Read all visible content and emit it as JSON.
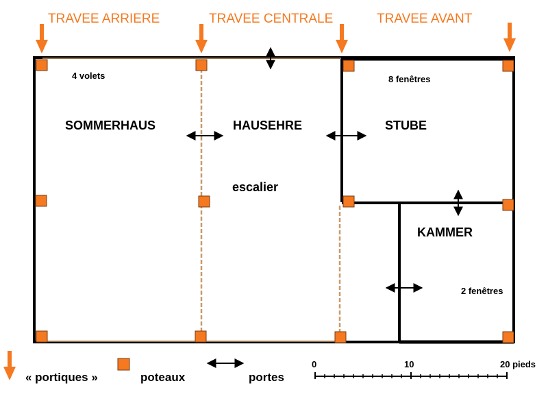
{
  "colors": {
    "accent": "#f47920",
    "wall": "#000000",
    "post_outline": "#7a3a10",
    "beam": "#c89a6a"
  },
  "bays": [
    {
      "label": "TRAVEE ARRIERE"
    },
    {
      "label": "TRAVEE CENTRALE"
    },
    {
      "label": "TRAVEE AVANT"
    }
  ],
  "rooms": {
    "sommerhaus": "SOMMERHAUS",
    "hausehre": "HAUSEHRE",
    "stube": "STUBE",
    "kammer": "KAMMER"
  },
  "notes": {
    "volets": "4 volets",
    "fenetres_stube": "8 fenêtres",
    "escalier": "escalier",
    "fenetres_kammer": "2 fenêtres"
  },
  "legend": {
    "portiques": "« portiques »",
    "poteaux": "poteaux",
    "portes": "portes"
  },
  "scale": {
    "ticks": [
      "0",
      "10",
      "20 pieds"
    ],
    "max_value": 20,
    "unit": "pieds"
  },
  "icons": {
    "portique": "down-arrow-icon",
    "poteau": "square-post-icon",
    "porte": "double-arrow-icon"
  }
}
